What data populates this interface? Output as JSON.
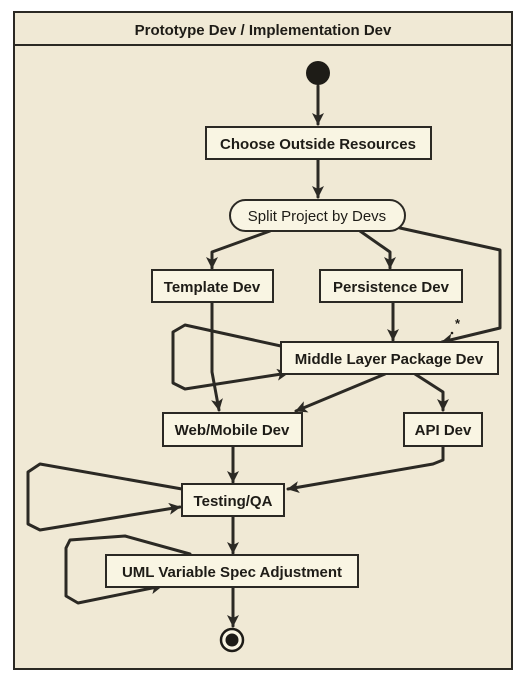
{
  "title": "Prototype Dev / Implementation Dev",
  "colors": {
    "background": "#f0e9d5",
    "node_fill": "#f9f5e3",
    "stroke": "#2b2924",
    "text": "#1e1c17"
  },
  "nodes": {
    "choose": "Choose Outside Resources",
    "split": "Split Project by Devs",
    "template": "Template Dev",
    "persistence": "Persistence Dev",
    "middle": "Middle Layer Package Dev",
    "web": "Web/Mobile Dev",
    "api": "API Dev",
    "testing": "Testing/QA",
    "uml": "UML Variable Spec Adjustment"
  },
  "annotations": {
    "multiplicity": "*"
  }
}
